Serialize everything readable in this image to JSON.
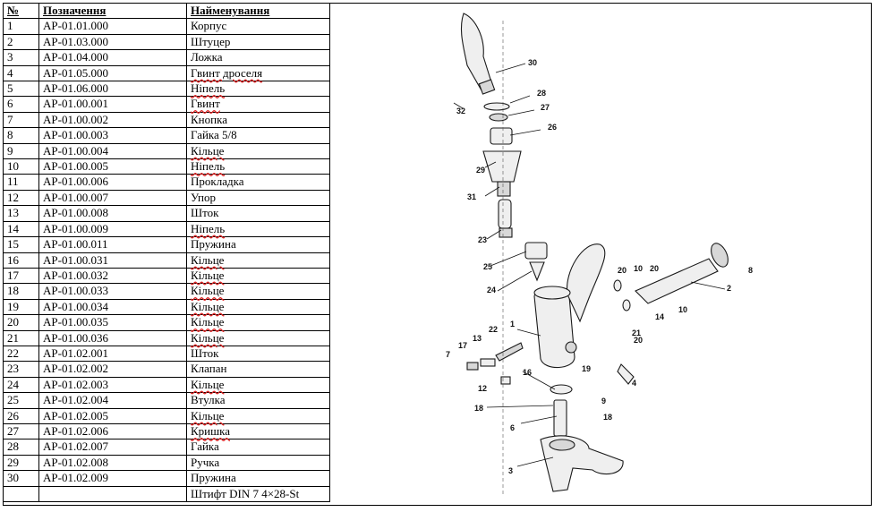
{
  "table": {
    "headers": [
      "№",
      "Позначення",
      "Найменування"
    ],
    "rows": [
      [
        "1",
        "АР-01.01.000",
        "Корпус"
      ],
      [
        "2",
        "АР-01.03.000",
        "Штуцер"
      ],
      [
        "3",
        "АР-01.04.000",
        "Ложка"
      ],
      [
        "4",
        "АР-01.05.000",
        "Гвинт дроселя"
      ],
      [
        "5",
        "АР-01.06.000",
        "Ніпель"
      ],
      [
        "6",
        "АР-01.00.001",
        "Гвинт"
      ],
      [
        "7",
        "АР-01.00.002",
        "Кнопка"
      ],
      [
        "8",
        "АР-01.00.003",
        "Гайка 5/8"
      ],
      [
        "9",
        "АР-01.00.004",
        "Кільце"
      ],
      [
        "10",
        "АР-01.00.005",
        "Ніпель"
      ],
      [
        "11",
        "АР-01.00.006",
        "Прокладка"
      ],
      [
        "12",
        "АР-01.00.007",
        "Упор"
      ],
      [
        "13",
        "АР-01.00.008",
        "Шток"
      ],
      [
        "14",
        "АР-01.00.009",
        "Ніпель"
      ],
      [
        "15",
        "АР-01.00.011",
        "Пружина"
      ],
      [
        "16",
        "АР-01.00.031",
        "Кільце"
      ],
      [
        "17",
        "АР-01.00.032",
        "Кільце"
      ],
      [
        "18",
        "АР-01.00.033",
        "Кільце"
      ],
      [
        "19",
        "АР-01.00.034",
        "Кільце"
      ],
      [
        "20",
        "АР-01.00.035",
        "Кільце"
      ],
      [
        "21",
        "АР-01.00.036",
        "Кільце"
      ],
      [
        "22",
        "АР-01.02.001",
        "Шток"
      ],
      [
        "23",
        "АР-01.02.002",
        "Клапан"
      ],
      [
        "24",
        "АР-01.02.003",
        "Кільце"
      ],
      [
        "25",
        "АР-01.02.004",
        "Втулка"
      ],
      [
        "26",
        "АР-01.02.005",
        "Кільце"
      ],
      [
        "27",
        "АР-01.02.006",
        "Кришка"
      ],
      [
        "28",
        "АР-01.02.007",
        "Гайка"
      ],
      [
        "29",
        "АР-01.02.008",
        "Ручка"
      ],
      [
        "30",
        "АР-01.02.009",
        "Пружина"
      ],
      [
        "",
        "",
        "Штифт DIN 7 4×28-St"
      ]
    ]
  },
  "drawing": {
    "callouts": [
      "30",
      "32",
      "28",
      "27",
      "26",
      "29",
      "31",
      "23",
      "25",
      "24",
      "20",
      "10",
      "20",
      "8",
      "2",
      "10",
      "14",
      "21",
      "20",
      "22",
      "1",
      "17",
      "13",
      "7",
      "16",
      "19",
      "12",
      "4",
      "9",
      "18",
      "18",
      "6",
      "3"
    ]
  }
}
